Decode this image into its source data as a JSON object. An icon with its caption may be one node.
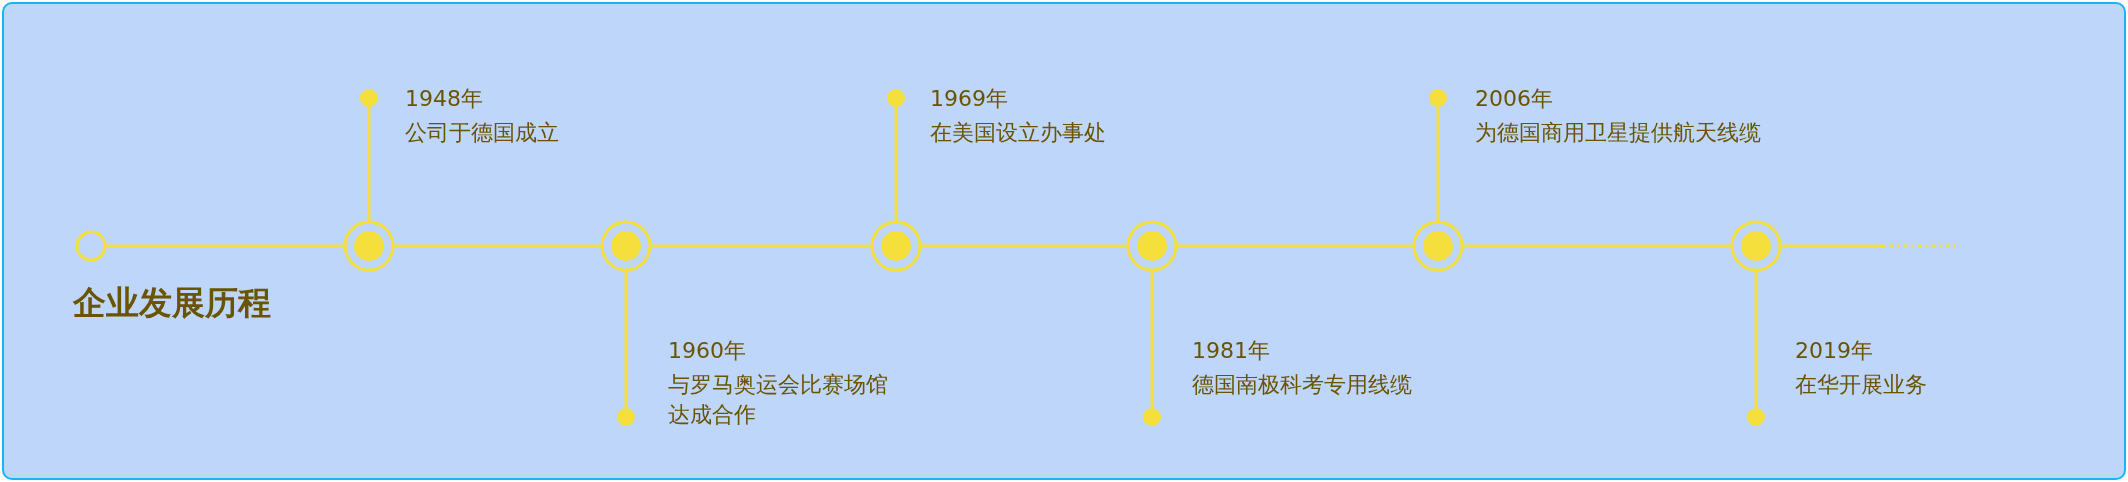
{
  "diagram": {
    "title": "企业发展历程",
    "nodes": [
      {
        "text": [],
        "shape": "circle"
      },
      {
        "text": [],
        "shape": "circle"
      },
      {
        "text": [],
        "shape": "circle"
      },
      {
        "text": [],
        "shape": "circle"
      },
      {
        "text": [],
        "shape": "circle"
      },
      {
        "text": [],
        "shape": "circle"
      },
      {
        "text": [],
        "shape": "circle"
      },
      {
        "text": [],
        "shape": "circle",
        "beside": [
          "1948年",
          "公司于德国成立"
        ]
      },
      {
        "text": [],
        "shape": "circle",
        "beside": [
          "1960年",
          "与罗马奥运会比赛场馆达成合作"
        ]
      },
      {
        "text": [],
        "shape": "circle",
        "beside": [
          "1969年",
          "在美国设立办事处"
        ]
      },
      {
        "text": [],
        "shape": "circle",
        "beside": [
          "1981年",
          "德国南极科考专用线缆"
        ]
      },
      {
        "text": [],
        "shape": "circle",
        "beside": [
          "2006年",
          "为德国商用卫星提供航天线缆"
        ]
      },
      {
        "text": [],
        "shape": "circle",
        "beside": [
          "2019年",
          "在华开展业务"
        ]
      }
    ],
    "edges": [
      {
        "from": 0,
        "to": 1,
        "arrow": "none"
      },
      {
        "from": 1,
        "to": 2,
        "arrow": "none"
      },
      {
        "from": 2,
        "to": 3,
        "arrow": "none"
      },
      {
        "from": 3,
        "to": 4,
        "arrow": "none"
      },
      {
        "from": 4,
        "to": 5,
        "arrow": "none"
      },
      {
        "from": 5,
        "to": 6,
        "arrow": "none"
      },
      {
        "from": 6,
        "to": null,
        "arrow": "none"
      },
      {
        "from": 1,
        "to": 7,
        "arrow": "none"
      },
      {
        "from": 2,
        "to": 8,
        "arrow": "none"
      },
      {
        "from": 3,
        "to": 9,
        "arrow": "none"
      },
      {
        "from": 4,
        "to": 10,
        "arrow": "none"
      },
      {
        "from": 5,
        "to": 11,
        "arrow": "none"
      },
      {
        "from": 6,
        "to": 12,
        "arrow": "none"
      }
    ]
  }
}
